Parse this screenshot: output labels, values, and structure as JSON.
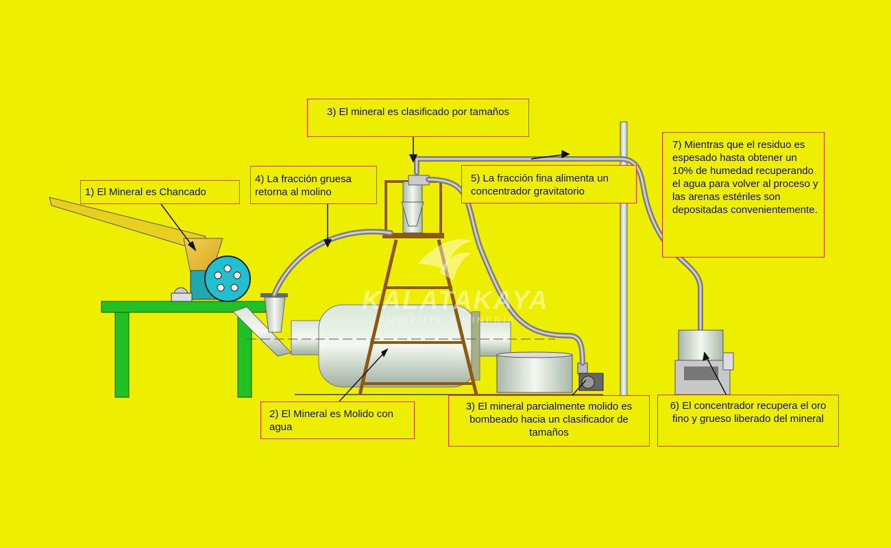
{
  "labels": {
    "step1": "1) El Mineral es Chancado",
    "step2": "2) El Mineral es Molido con agua",
    "step3_top": "3) El mineral es clasificado por tamaños",
    "step3_bottom": "3) El mineral parcialmente molido es bombeado hacia un clasificador de tamaños",
    "step4": "4) La fracción gruesa retorna al molino",
    "step5": "5) La fracción fina alimenta un concentrador gravitatorio",
    "step6": "6) El concentrador  recupera el oro fino y grueso liberado del mineral",
    "step7": "7) Mientras que el residuo es  espesado hasta obtener un 10% de humedad  recuperando el agua para volver al proceso y las arenas estériles son depositadas convenientemente."
  },
  "watermark": {
    "name": "KALATAKAYA",
    "tagline": "AMBIENTE Y MINERIA"
  },
  "colors": {
    "background": "#EEEE00",
    "label_border": "#E8322D",
    "table": "#22C022",
    "pipe": "#9A9A9A"
  }
}
